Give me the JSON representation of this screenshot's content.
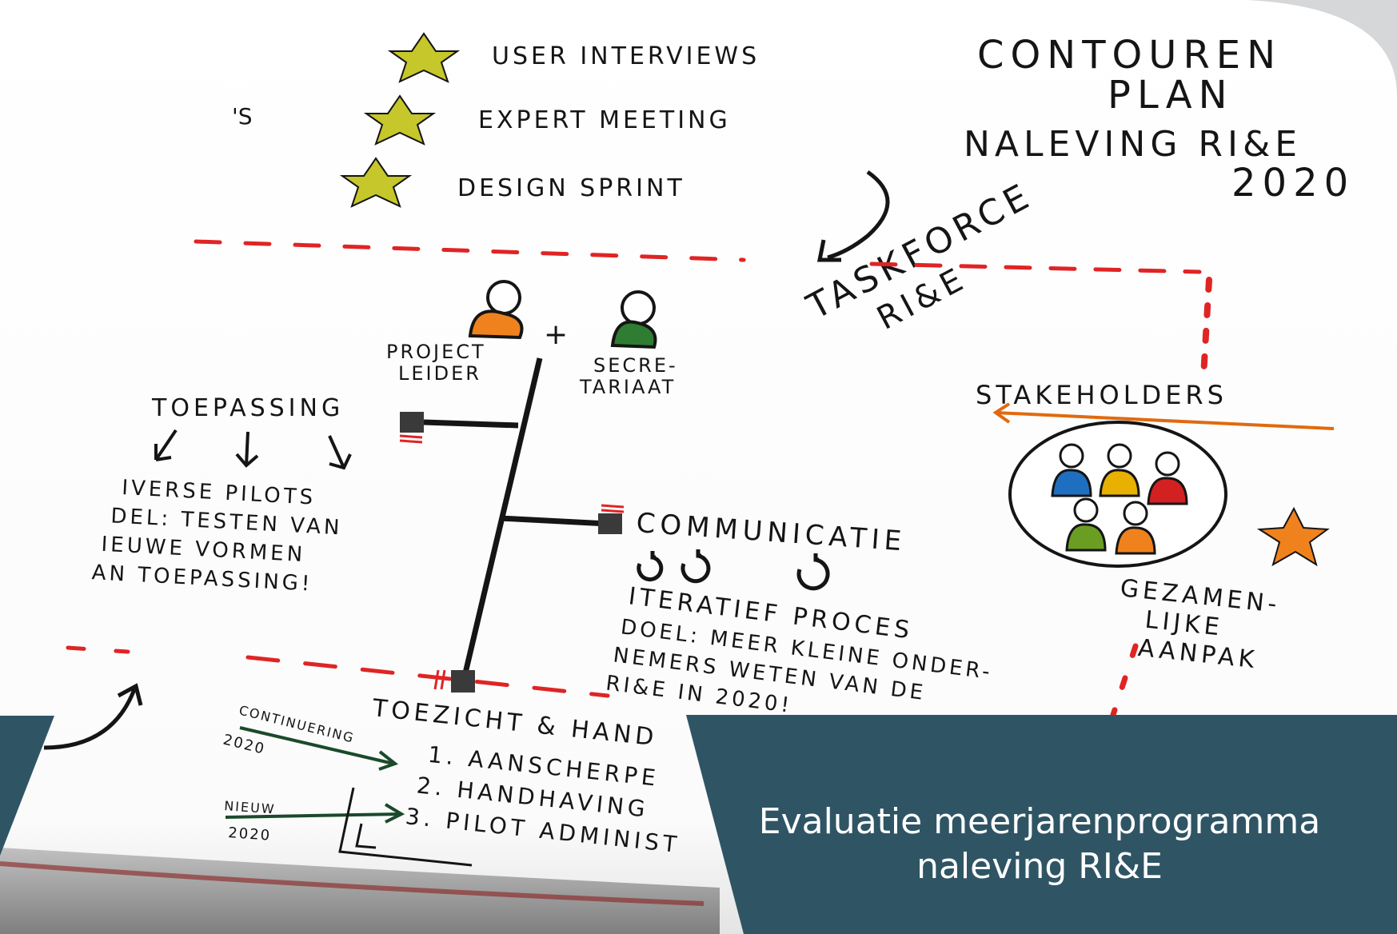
{
  "caption": {
    "line1": "Evaluatie meerjarenprogramma",
    "line2": "naleving RI&E",
    "background_color": "#2f5565"
  },
  "sketch": {
    "title_lines": [
      "CONTOUREN",
      "PLAN",
      "NALEVING RI&E",
      "2020"
    ],
    "methods": [
      "USER INTERVIEWS",
      "EXPERT MEETING",
      "DESIGN SPRINT"
    ],
    "edge_fragment": "'S",
    "taskforce_lines": [
      "TASKFORCE",
      "RI&E"
    ],
    "roles": [
      {
        "label_lines": [
          "PROJECT",
          "LEIDER"
        ],
        "color": "#f0821e"
      },
      {
        "label_lines": [
          "SECRE-",
          "TARIAAT"
        ],
        "color": "#2e7d32"
      }
    ],
    "plus": "+",
    "stakeholders": {
      "label": "STAKEHOLDERS",
      "people_colors": [
        "#1f6fc1",
        "#e8b000",
        "#d32020",
        "#6a9e23",
        "#f0821e"
      ],
      "approach_lines": [
        "GEZAMEN-",
        "LIJKE",
        "AANPAK"
      ]
    },
    "toepassing": {
      "label": "TOEPASSING",
      "lines": [
        "IVERSE PILOTS",
        "DEL: TESTEN VAN",
        "IEUWE VORMEN",
        "AN TOEPASSING!"
      ]
    },
    "communicatie": {
      "label": "COMMUNICATIE",
      "lines": [
        "ITERATIEF PROCES",
        "DOEL: MEER KLEINE ONDER-",
        "NEMERS WETEN VAN DE",
        "RI&E IN 2020!"
      ]
    },
    "toezicht": {
      "label": "TOEZICHT & HAND",
      "items": [
        "1. AANSCHERPE",
        "2. HANDHAVING",
        "3. PILOT ADMINIST"
      ],
      "continuering": "CONTINUERING",
      "nieuw": "NIEUW",
      "year": "2020"
    },
    "colors": {
      "star": "#c6c72a",
      "star_accent": "#f0821e",
      "dash": "#e02424",
      "ink": "#151515",
      "arrow": "#e06a10"
    }
  }
}
